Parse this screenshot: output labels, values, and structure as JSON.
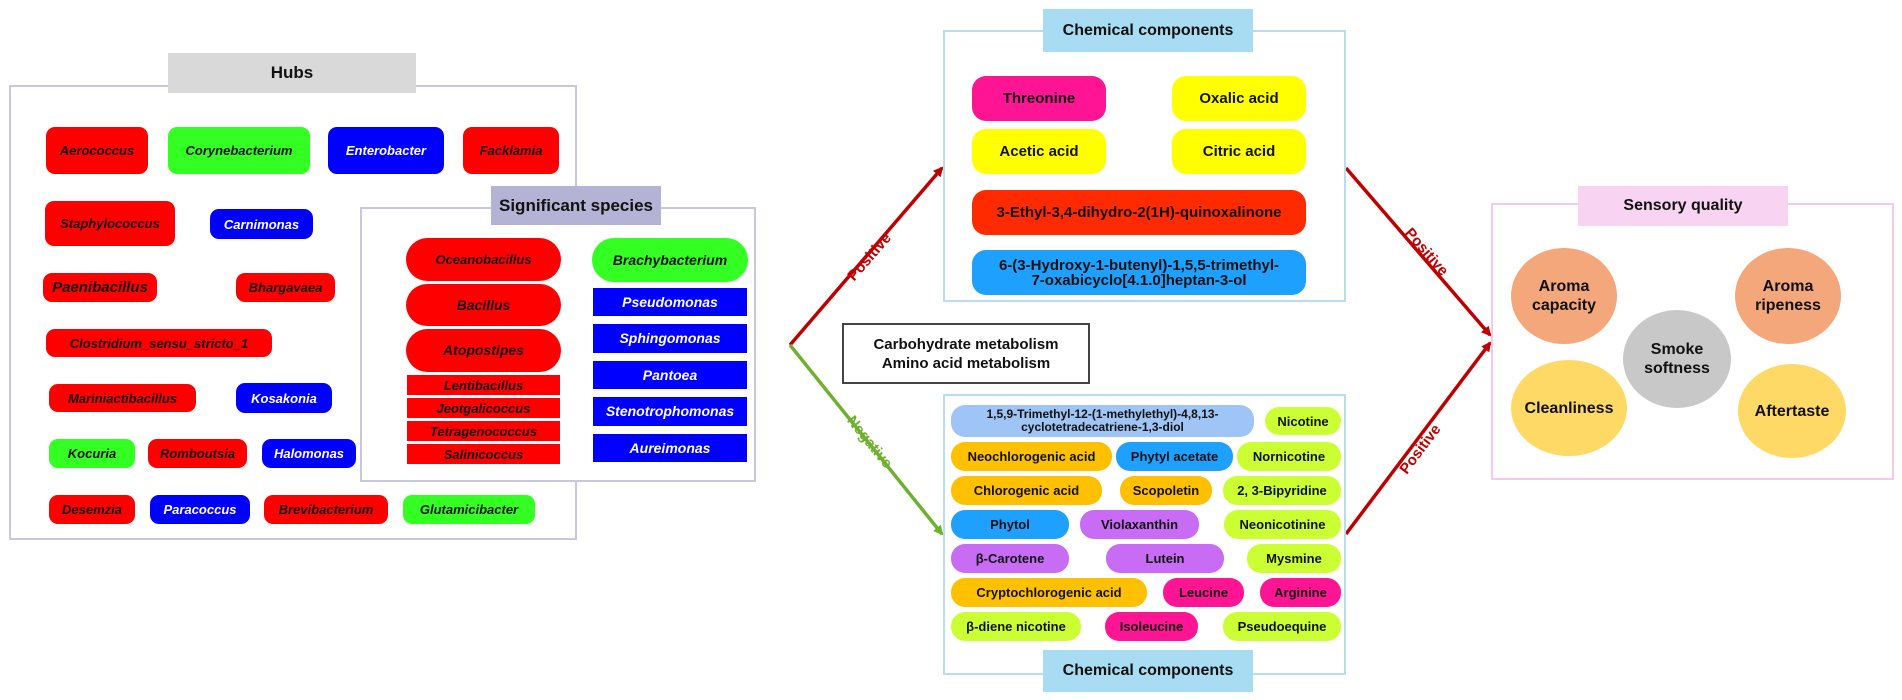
{
  "hubs": {
    "title": "Hubs",
    "items": [
      {
        "label": "Aerococcus",
        "color": "#ff0000"
      },
      {
        "label": "Corynebacterium",
        "color": "#33ff22"
      },
      {
        "label": "Enterobacter",
        "color": "#0000ff"
      },
      {
        "label": "Facklamia",
        "color": "#ff0000"
      },
      {
        "label": "Staphylococcus",
        "color": "#ff0000"
      },
      {
        "label": "Carnimonas",
        "color": "#0000ff"
      },
      {
        "label": "Paenibacillus",
        "color": "#ff0000"
      },
      {
        "label": "Bhargavaea",
        "color": "#ff0000"
      },
      {
        "label": "Clostridium_sensu_stricto_1",
        "color": "#ff0000"
      },
      {
        "label": "Mariniactibacillus",
        "color": "#ff0000"
      },
      {
        "label": "Kosakonia",
        "color": "#0000ff"
      },
      {
        "label": "Kocuria",
        "color": "#33ff22"
      },
      {
        "label": "Romboutsia",
        "color": "#ff0000"
      },
      {
        "label": "Halomonas",
        "color": "#0000ff"
      },
      {
        "label": "Desemzia",
        "color": "#ff0000"
      },
      {
        "label": "Paracoccus",
        "color": "#0000ff"
      },
      {
        "label": "Brevibacterium",
        "color": "#ff0000"
      },
      {
        "label": "Glutamicibacter",
        "color": "#33ff22"
      }
    ]
  },
  "significant": {
    "title": "Significant species",
    "items": [
      {
        "label": "Oceanobacillus",
        "color": "#ff0000"
      },
      {
        "label": "Bacillus",
        "color": "#ff0000"
      },
      {
        "label": "Atopostipes",
        "color": "#ff0000"
      },
      {
        "label": "Lentibacillus",
        "color": "#ff0000"
      },
      {
        "label": "Jeotgalicoccus",
        "color": "#ff0000"
      },
      {
        "label": "Tetragenococcus",
        "color": "#ff0000"
      },
      {
        "label": "Salinicoccus",
        "color": "#ff0000"
      },
      {
        "label": "Brachybacterium",
        "color": "#33ff22"
      },
      {
        "label": "Pseudomonas",
        "color": "#0000ff"
      },
      {
        "label": "Sphingomonas",
        "color": "#0000ff"
      },
      {
        "label": "Pantoea",
        "color": "#0000ff"
      },
      {
        "label": "Stenotrophomonas",
        "color": "#0000ff"
      },
      {
        "label": "Aureimonas",
        "color": "#0000ff"
      }
    ]
  },
  "metabolism": {
    "line1": "Carbohydrate metabolism",
    "line2": "Amino acid metabolism"
  },
  "arrows": {
    "pos_top": "Positive",
    "neg": "Negative",
    "pos_right_top": "Positive",
    "pos_right_bottom": "Positive",
    "pos_color": "#c00000",
    "neg_color": "#70b030"
  },
  "chem_top": {
    "title": "Chemical components",
    "items": [
      {
        "label": "Threonine",
        "color": "#ff1493"
      },
      {
        "label": "Oxalic acid",
        "color": "#ffff00"
      },
      {
        "label": "Acetic acid",
        "color": "#ffff00"
      },
      {
        "label": "Citric acid",
        "color": "#ffff00"
      },
      {
        "label": "3-Ethyl-3,4-dihydro-2(1H)-quinoxalinone",
        "color": "#ff2a00"
      },
      {
        "label": "6-(3-Hydroxy-1-butenyl)-1,5,5-trimethyl-7-oxabicyclo[4.1.0]heptan-3-ol",
        "color": "#1ea0ff"
      }
    ]
  },
  "chem_bottom": {
    "title": "Chemical components",
    "items": [
      {
        "label": "1,5,9-Trimethyl-12-(1-methylethyl)-4,8,13-cyclotetradecatriene-1,3-diol",
        "color": "#9ec5f5"
      },
      {
        "label": "Nicotine",
        "color": "#ccff33"
      },
      {
        "label": "Neochlorogenic acid",
        "color": "#ffc000"
      },
      {
        "label": "Phytyl acetate",
        "color": "#1ea0ff"
      },
      {
        "label": "Nornicotine",
        "color": "#ccff33"
      },
      {
        "label": "Chlorogenic acid",
        "color": "#ffc000"
      },
      {
        "label": "Scopoletin",
        "color": "#ffc000"
      },
      {
        "label": "2, 3-Bipyridine",
        "color": "#ccff33"
      },
      {
        "label": "Phytol",
        "color": "#1ea0ff"
      },
      {
        "label": "Violaxanthin",
        "color": "#c86bf5"
      },
      {
        "label": "Neonicotinine",
        "color": "#ccff33"
      },
      {
        "label": "β-Carotene",
        "color": "#c86bf5"
      },
      {
        "label": "Lutein",
        "color": "#c86bf5"
      },
      {
        "label": "Mysmine",
        "color": "#ccff33"
      },
      {
        "label": "Cryptochlorogenic acid",
        "color": "#ffc000"
      },
      {
        "label": "Leucine",
        "color": "#ff1493"
      },
      {
        "label": "Arginine",
        "color": "#ff1493"
      },
      {
        "label": "β-diene nicotine",
        "color": "#ccff33"
      },
      {
        "label": "Isoleucine",
        "color": "#ff1493"
      },
      {
        "label": "Pseudoequine",
        "color": "#ccff33"
      }
    ]
  },
  "sensory": {
    "title": "Sensory quality",
    "items": [
      {
        "label": "Aroma capacity",
        "color": "#f4a77a"
      },
      {
        "label": "Aroma ripeness",
        "color": "#f4a77a"
      },
      {
        "label": "Smoke softness",
        "color": "#c8c8c8"
      },
      {
        "label": "Cleanliness",
        "color": "#ffd966"
      },
      {
        "label": "Aftertaste",
        "color": "#ffd966"
      }
    ]
  }
}
